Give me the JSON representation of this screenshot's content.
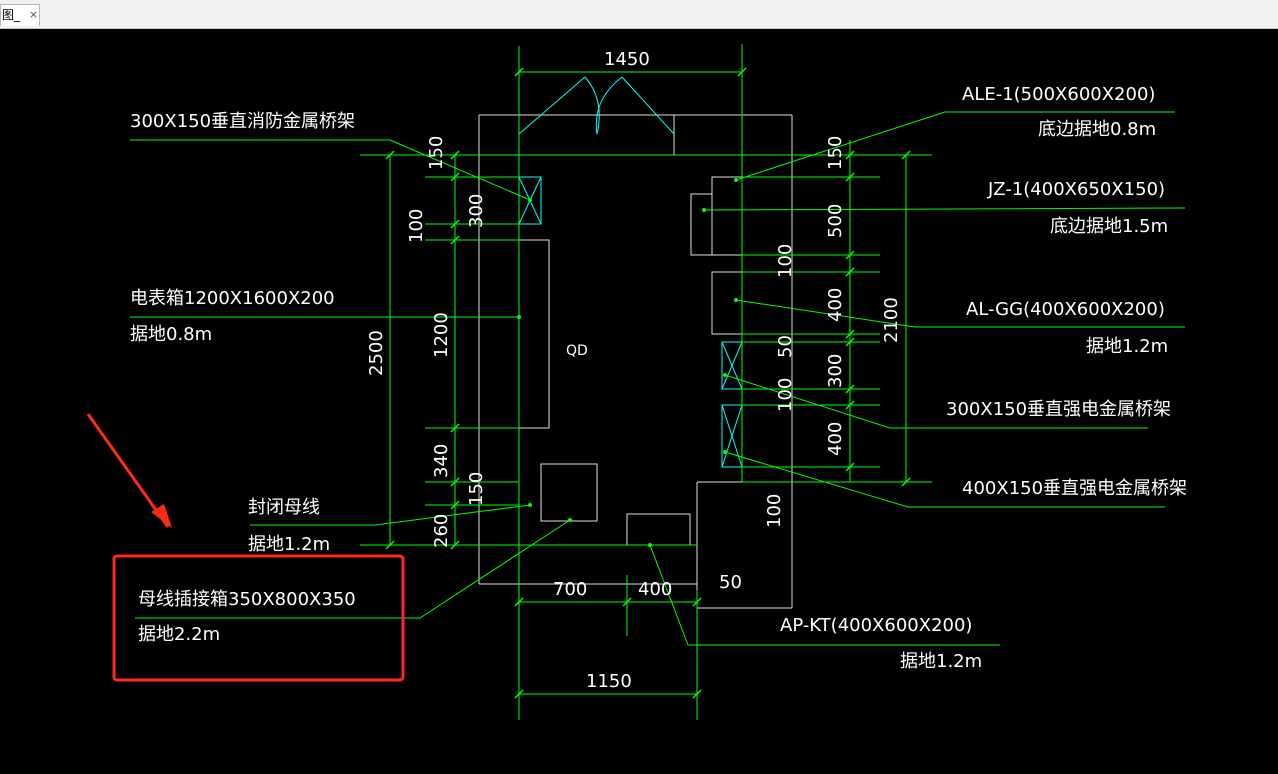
{
  "tab": {
    "title": "图_",
    "close_glyph": "×"
  },
  "colors": {
    "line": "#00ff00",
    "text": "#ffffff",
    "cyan": "#00ffff",
    "highlight": "#ff2a1a",
    "wall": "#e0e0e0"
  },
  "dimensions": {
    "top": "1450",
    "bottom_1150": "1150",
    "bottom_700": "700",
    "bottom_400": "400",
    "left_2500": "2500",
    "left_100": "100",
    "left_150_top": "150",
    "left_300": "300",
    "left_1200": "1200",
    "left_340": "340",
    "left_150_bottom": "150",
    "left_260": "260",
    "right_150": "150",
    "right_500": "500",
    "right_100_a": "100",
    "right_400_a": "400",
    "right_50": "50",
    "right_300": "300",
    "right_100_b": "100",
    "right_400_b": "400",
    "right_2100": "2100",
    "inner_100": "100",
    "inner_50": "50"
  },
  "room_label": "QD",
  "labels": {
    "fire_tray": "300X150垂直消防金属桥架",
    "meter_box": "电表箱1200X1600X200",
    "meter_box_h": "据地0.8m",
    "busbar": "封闭母线",
    "busbar_h": "据地1.2m",
    "plug_box": "母线插接箱350X800X350",
    "plug_box_h": "据地2.2m",
    "ale1": "ALE-1(500X600X200)",
    "ale1_h": "底边据地0.8m",
    "jz1": "JZ-1(400X650X150)",
    "jz1_h": "底边据地1.5m",
    "algg": "AL-GG(400X600X200)",
    "algg_h": "据地1.2m",
    "tray_300": "300X150垂直强电金属桥架",
    "tray_400": "400X150垂直强电金属桥架",
    "apkt": "AP-KT(400X600X200)",
    "apkt_h": "据地1.2m"
  }
}
